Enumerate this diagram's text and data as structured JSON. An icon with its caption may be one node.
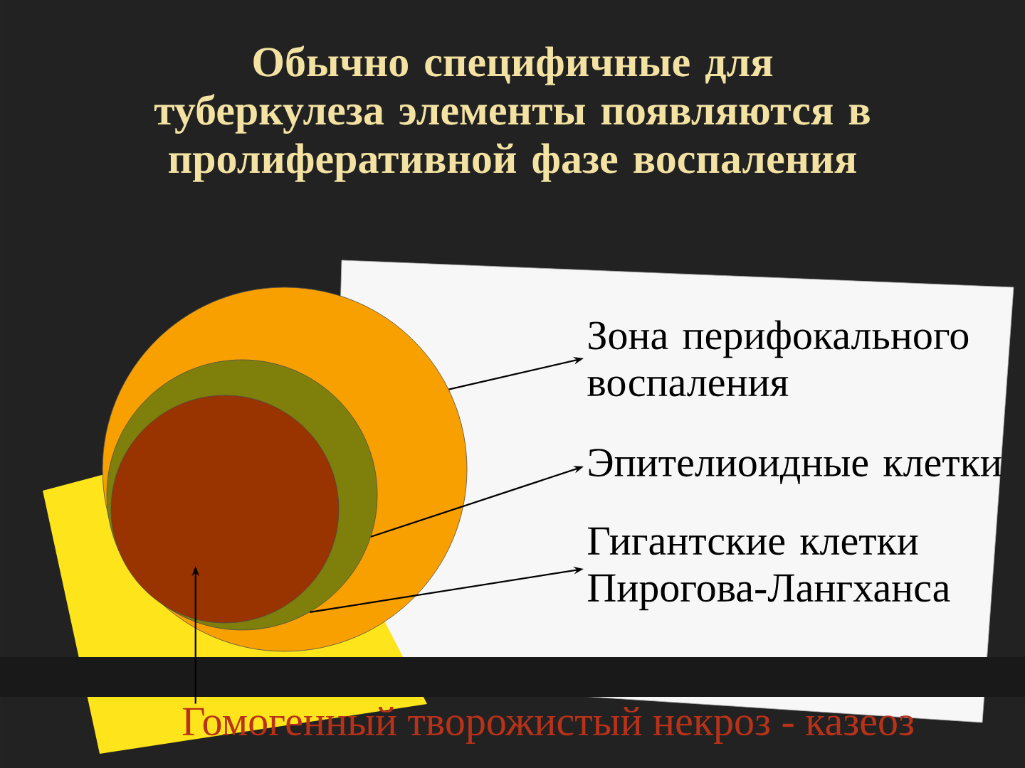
{
  "diagram": {
    "title": "Обычно специфичные для туберкулеза элементы появляются в пролиферативной фазе воспаления",
    "nodes": [
      {
        "text": [],
        "shape": "circle"
      },
      {
        "text": [],
        "shape": "circle",
        "in": 0
      },
      {
        "text": [],
        "shape": "circle",
        "in": 1
      },
      {
        "text": [
          "Зона перифокального воспаления"
        ]
      },
      {
        "text": [
          "Эпителиоидные клетки"
        ]
      },
      {
        "text": [
          "Гигантские клетки Пирогова-Лангханса"
        ]
      },
      {
        "text": [
          "Гомогенный творожистый некроз - казеоз"
        ]
      }
    ],
    "edges": [
      {
        "from": 0,
        "to": 3,
        "arrow": "to"
      },
      {
        "from": 1,
        "to": 4,
        "arrow": "to"
      },
      {
        "from": 1,
        "to": 5,
        "arrow": "to"
      },
      {
        "from": 6,
        "to": 2,
        "arrow": "to"
      }
    ]
  }
}
